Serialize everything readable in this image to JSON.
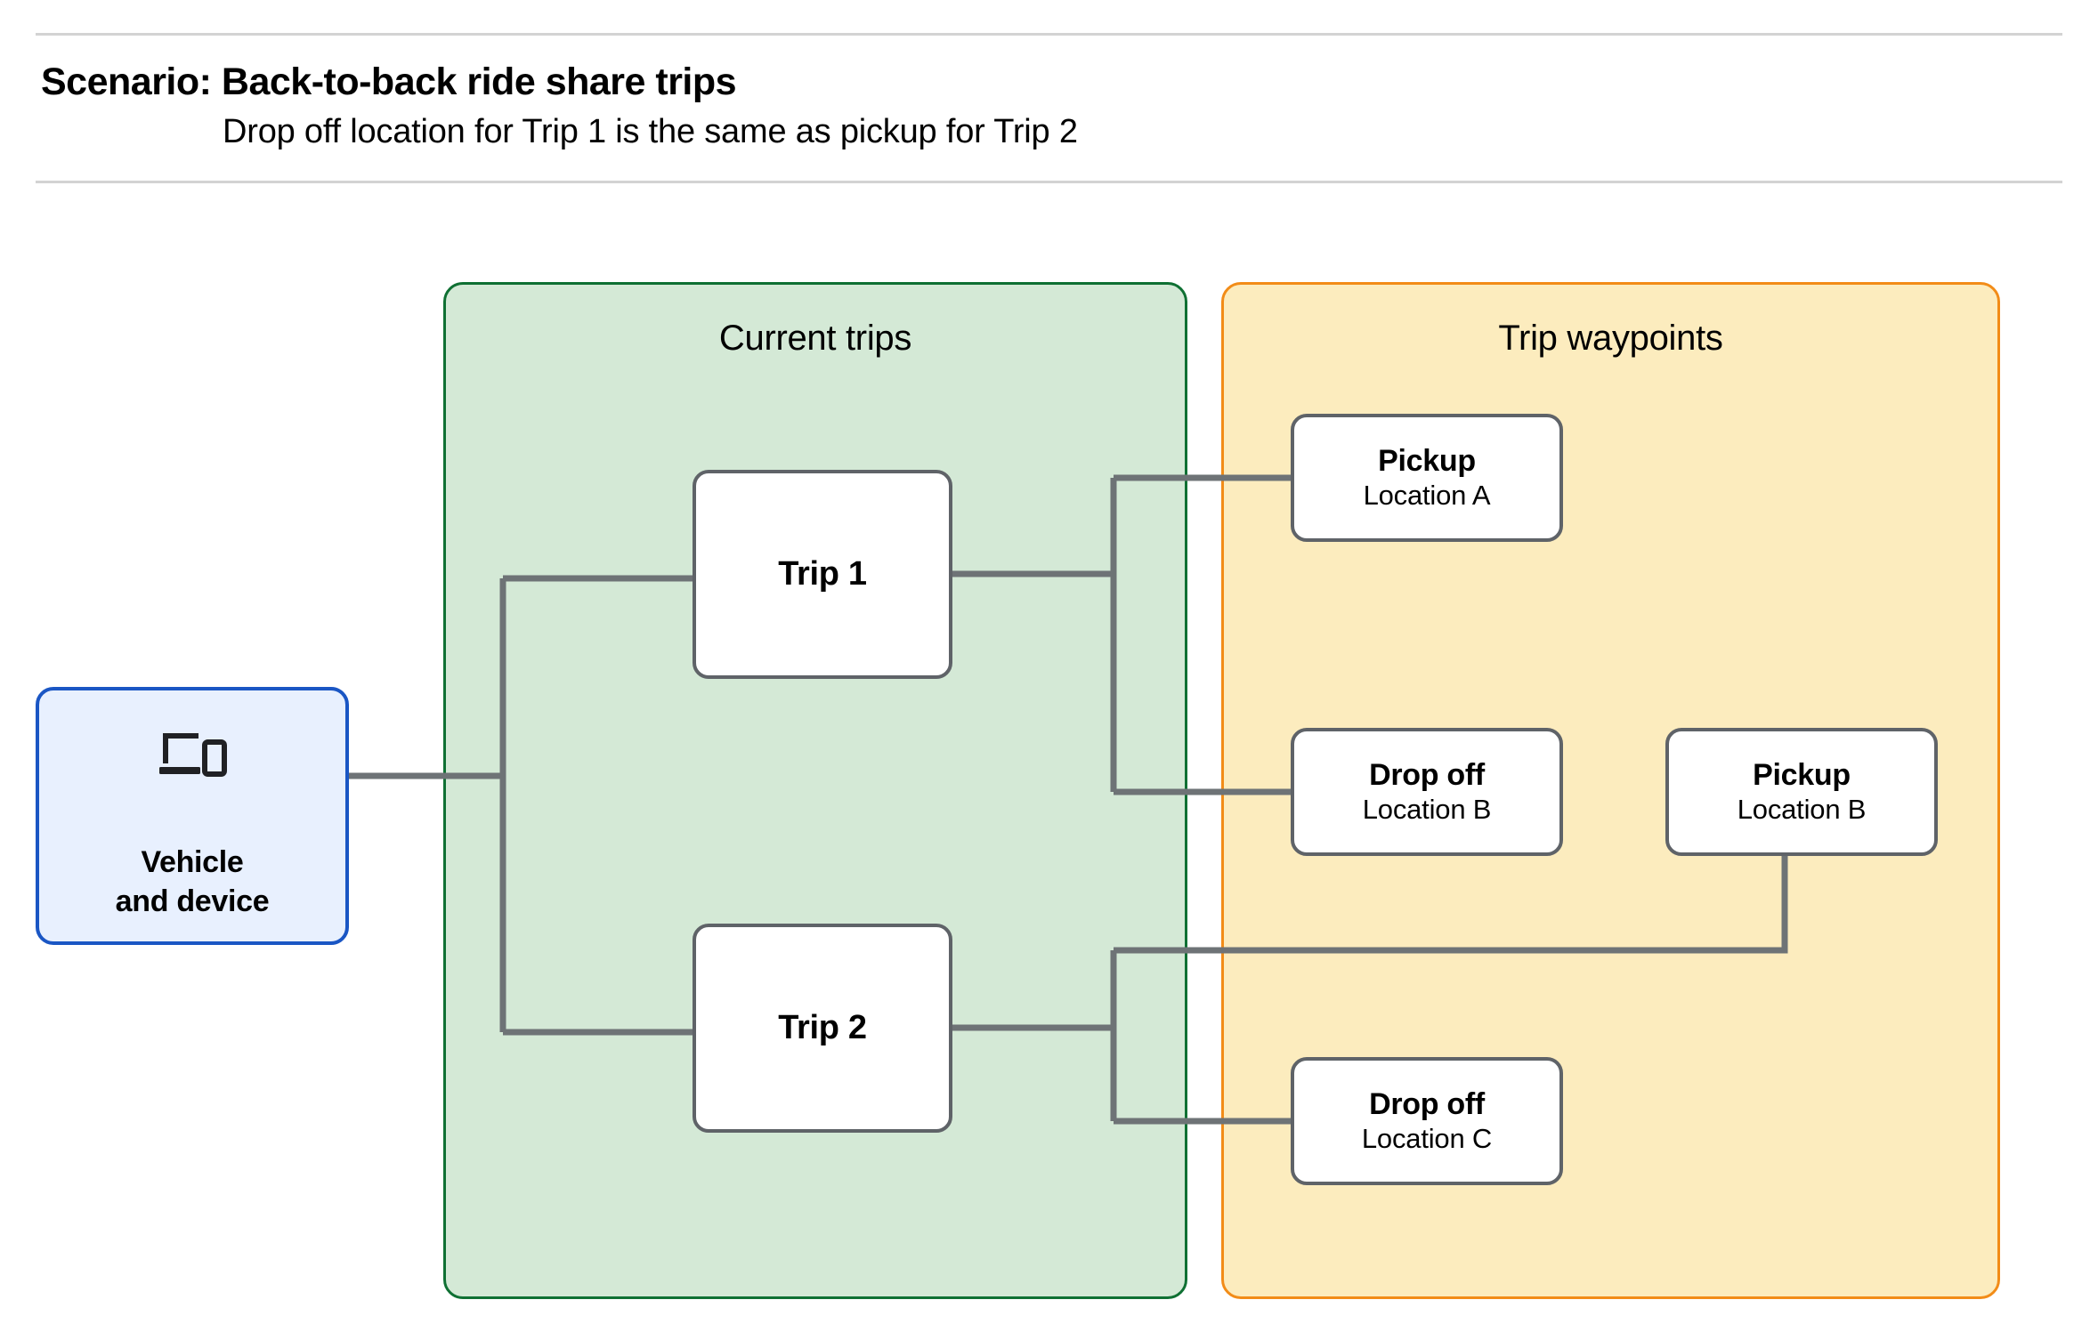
{
  "header": {
    "title": "Scenario: Back-to-back ride share trips",
    "subtitle": "Drop off  location for Trip 1 is the same as pickup for Trip 2"
  },
  "colors": {
    "current_trips_fill": "#d4e9d6",
    "current_trips_border": "#0f7033",
    "trip_waypoints_fill": "#fcecbe",
    "trip_waypoints_border": "#f28c18",
    "vehicle_fill": "#e8f0fe",
    "vehicle_border": "#1a56c4",
    "node_border": "#5f6368",
    "connector": "#6e7376",
    "rule": "#d3d3d3"
  },
  "vehicle": {
    "icon": "devices-icon",
    "label_line_1": "Vehicle",
    "label_line_2": "and device"
  },
  "groups": {
    "current_trips": {
      "title": "Current trips",
      "trips": [
        {
          "label": "Trip 1"
        },
        {
          "label": "Trip 2"
        }
      ]
    },
    "trip_waypoints": {
      "title": "Trip waypoints",
      "waypoints": [
        {
          "kind": "Pickup",
          "location": "Location A"
        },
        {
          "kind": "Drop off",
          "location": "Location B"
        },
        {
          "kind": "Pickup",
          "location": "Location B"
        },
        {
          "kind": "Drop off",
          "location": "Location C"
        }
      ]
    }
  },
  "connections": [
    {
      "from": "vehicle",
      "to": "Trip 1"
    },
    {
      "from": "vehicle",
      "to": "Trip 2"
    },
    {
      "from": "Trip 1",
      "to": "Pickup Location A"
    },
    {
      "from": "Trip 1",
      "to": "Drop off Location B"
    },
    {
      "from": "Trip 2",
      "to": "Pickup Location B"
    },
    {
      "from": "Trip 2",
      "to": "Drop off Location C"
    }
  ]
}
